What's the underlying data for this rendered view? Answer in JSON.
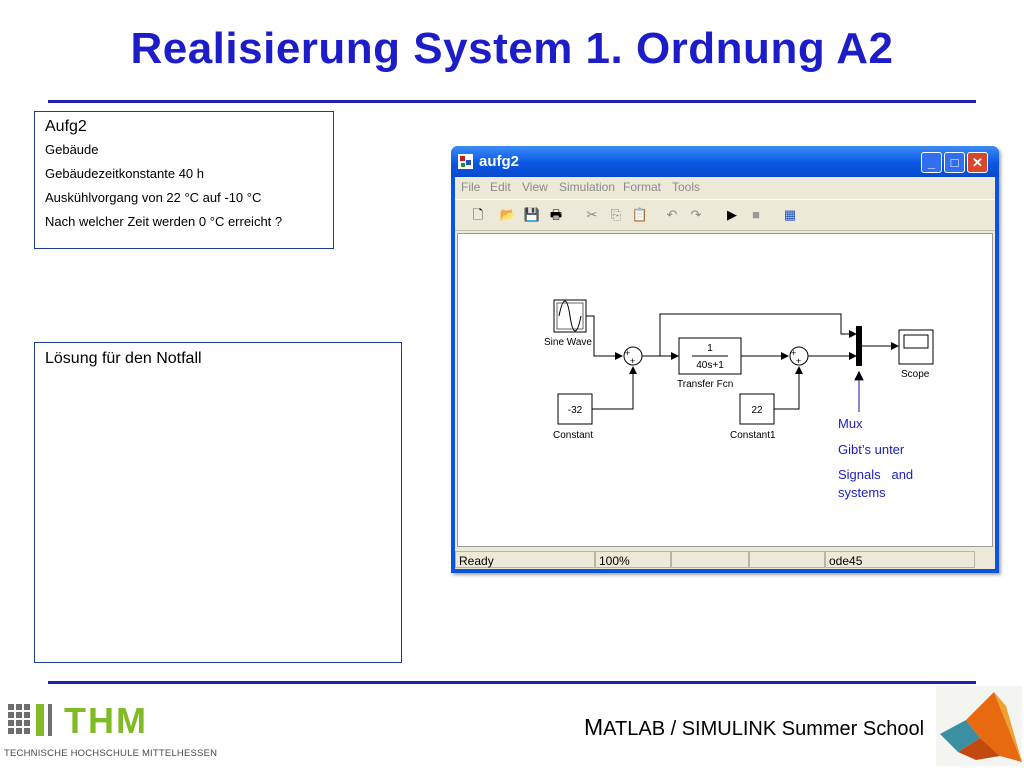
{
  "slide": {
    "title": "Realisierung System 1. Ordnung A2"
  },
  "task_box": {
    "heading": "Aufg2",
    "lines": [
      "Gebäude",
      "Gebäudezeitkonstante 40 h",
      "Auskühlvorgang von 22 °C auf -10 °C",
      "Nach welcher Zeit werden 0 °C erreicht ?"
    ]
  },
  "solution_box": {
    "heading": "Lösung für den Notfall"
  },
  "window": {
    "title": "aufg2",
    "menu": [
      "File",
      "Edit",
      "View",
      "Simulation",
      "Format",
      "Tools"
    ],
    "status": {
      "state": "Ready",
      "zoom": "100%",
      "solver": "ode45"
    }
  },
  "model": {
    "sine_label": "Sine Wave",
    "constant1_value": "-32",
    "constant1_label": "Constant",
    "tf_numerator": "1",
    "tf_denominator": "40s+1",
    "tf_label": "Transfer Fcn",
    "constant2_value": "22",
    "constant2_label": "Constant1",
    "scope_label": "Scope",
    "sum_sign": "+"
  },
  "annotation": {
    "mux": "Mux",
    "hint1": "Gibt’s unter",
    "hint2": "Signals   and",
    "hint3": "systems"
  },
  "footer": {
    "logo_word": "THM",
    "logo_subtitle": "TECHNISCHE HOCHSCHULE MITTELHESSEN",
    "m": "M",
    "course_rest": "ATLAB / SIMULINK Summer School"
  },
  "colors": {
    "title_blue": "#1c1cc8",
    "thm_green": "#80ba24",
    "xp_blue": "#0a54e0"
  }
}
